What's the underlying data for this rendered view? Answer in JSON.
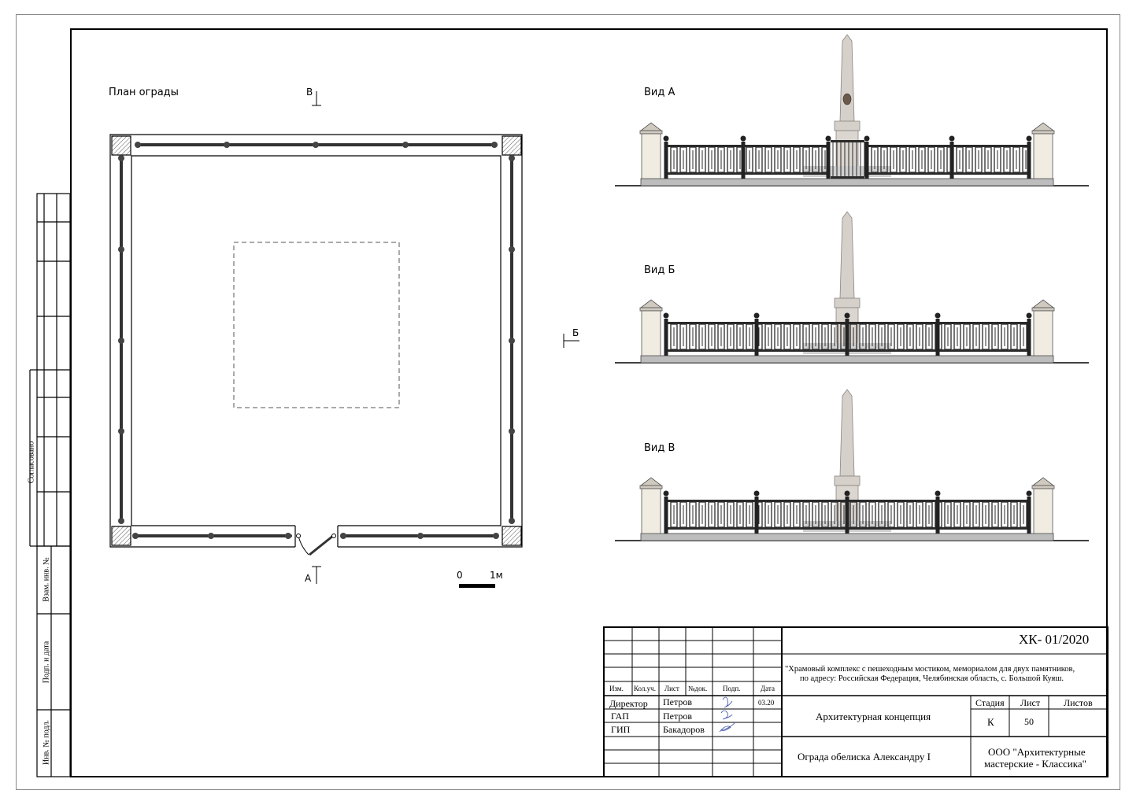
{
  "plan": {
    "title": "План ограды",
    "mark_a": "А",
    "mark_b": "Б",
    "mark_v": "В",
    "scale_zero": "0",
    "scale_one": "1м"
  },
  "views": [
    {
      "title": "Вид А"
    },
    {
      "title": "Вид Б"
    },
    {
      "title": "Вид В"
    }
  ],
  "left_strip": {
    "agreed": "Согласовано",
    "vzam": "Взам. инв. №",
    "podp": "Подп. и дата",
    "inv": "Инв. № подл."
  },
  "title_block": {
    "code": "ХК-  01/2020",
    "project_line1": "\"Храмовый комплекс с пешеходным мостиком, мемориалом для двух памятников,",
    "project_line2": "по адресу: Российская Федерация, Челябинская область, с. Большой Куяш.",
    "stage_name": "Архитектурная концепция",
    "sheet_name": "Ограда обелиска Александру I",
    "org_line1": "ООО \"Архитектурные",
    "org_line2": "мастерские - Классика\"",
    "headers": {
      "izm": "Изм.",
      "kol": "Кол.уч.",
      "list": "Лист",
      "ndok": "№док.",
      "podp": "Подп.",
      "data": "Дата",
      "stadia": "Стадия",
      "list2": "Лист",
      "listov": "Листов"
    },
    "stage_value": "К",
    "sheet_value": "50",
    "roles": [
      {
        "role": "Директор",
        "name": "Петров",
        "date": "03.20"
      },
      {
        "role": "ГАП",
        "name": "Петров",
        "date": ""
      },
      {
        "role": "ГИП",
        "name": "Бакадоров",
        "date": ""
      }
    ]
  }
}
